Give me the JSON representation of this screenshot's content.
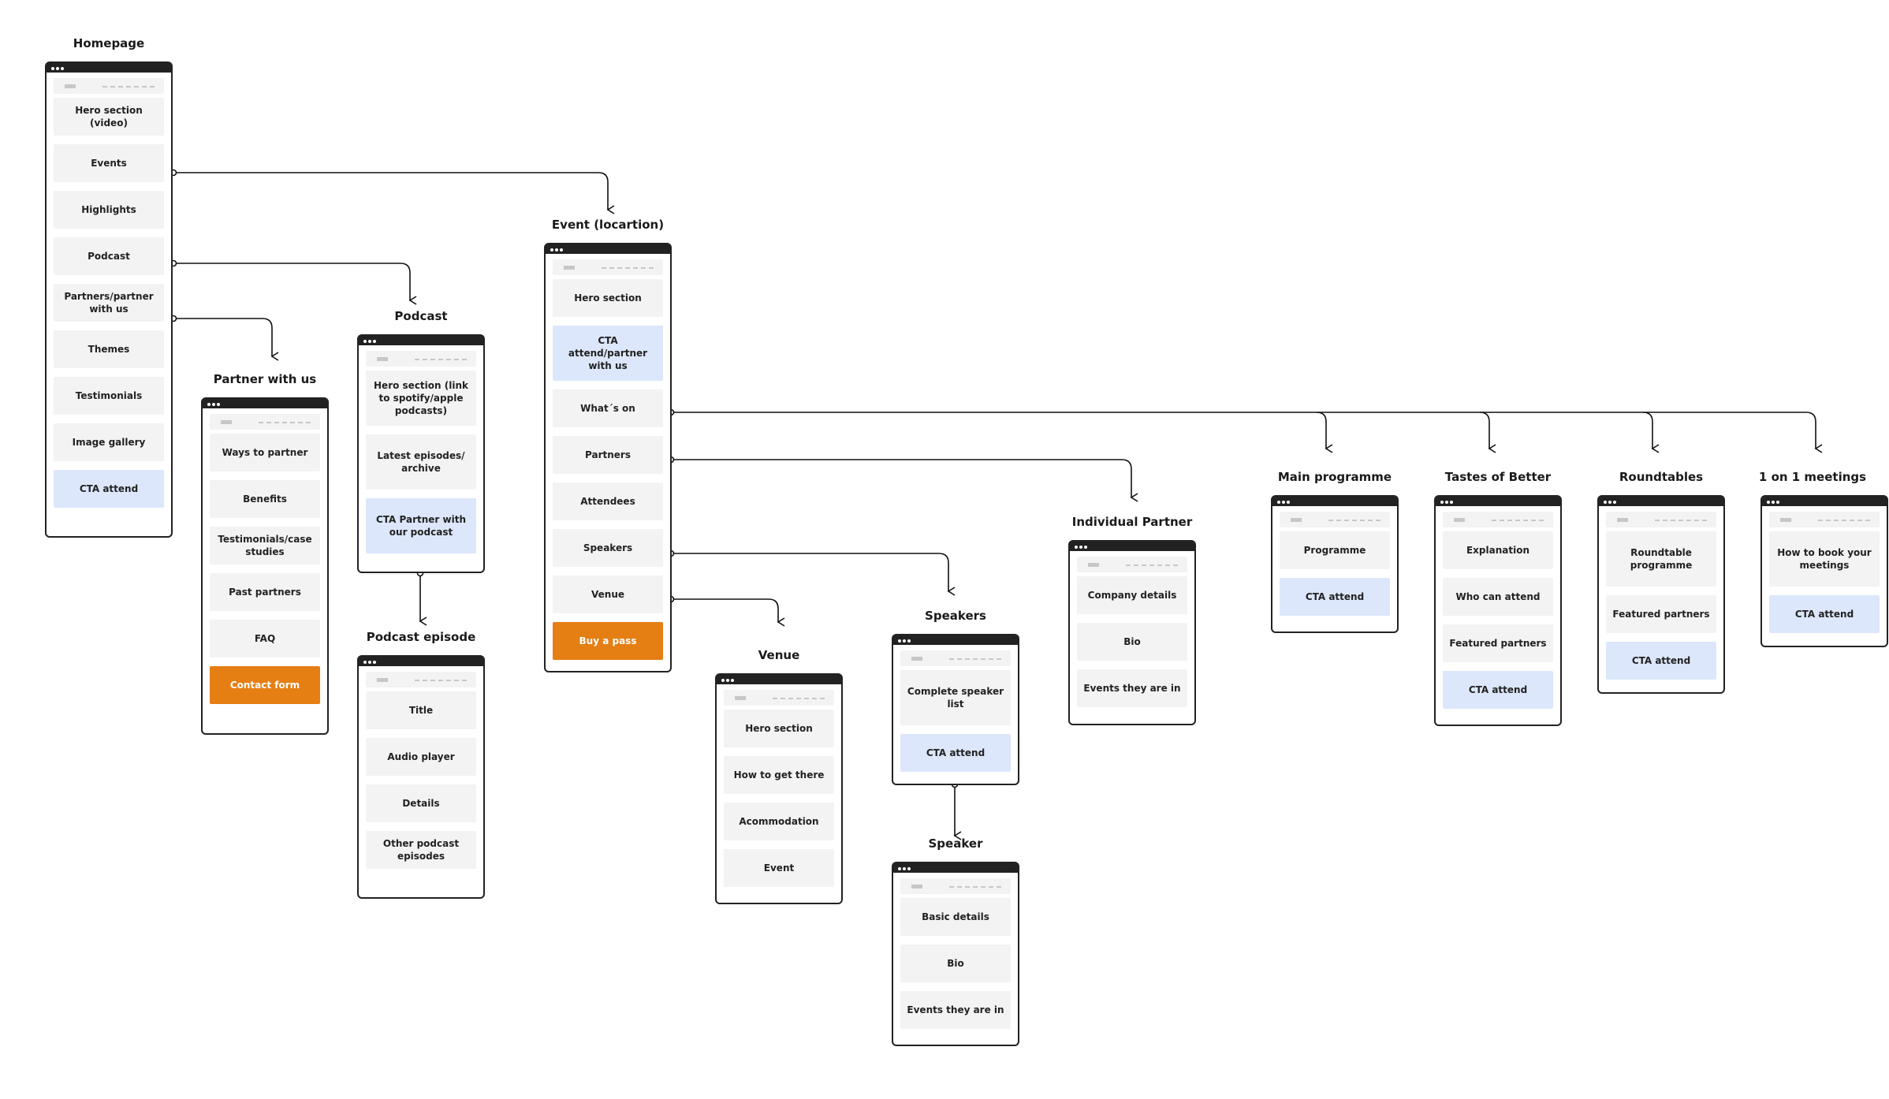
{
  "colors": {
    "block": "#f3f3f3",
    "cta": "#dce7fb",
    "accent": "#e57e13",
    "frame": "#222222",
    "connector": "#111111"
  },
  "pages": {
    "homepage": {
      "title": "Homepage",
      "blocks": [
        "Hero section (video)",
        "Events",
        "Highlights",
        "Podcast",
        "Partners/partner with us",
        "Themes",
        "Testimonials",
        "Image gallery",
        "CTA attend"
      ]
    },
    "partner_with_us": {
      "title": "Partner with us",
      "blocks": [
        "Ways to partner",
        "Benefits",
        "Testimonials/case studies",
        "Past partners",
        "FAQ",
        "Contact form"
      ]
    },
    "podcast": {
      "title": "Podcast",
      "blocks": [
        "Hero section (link to spotify/apple podcasts)",
        "Latest episodes/ archive",
        "CTA Partner with our podcast"
      ]
    },
    "podcast_episode": {
      "title": "Podcast episode",
      "blocks": [
        "Title",
        "Audio player",
        "Details",
        "Other podcast episodes"
      ]
    },
    "event": {
      "title": "Event (locartion)",
      "blocks": [
        "Hero section",
        "CTA attend/partner with us",
        "What´s on",
        "Partners",
        "Attendees",
        "Speakers",
        "Venue",
        "Buy a pass"
      ]
    },
    "venue": {
      "title": "Venue",
      "blocks": [
        "Hero section",
        "How to get there",
        "Acommodation",
        "Event"
      ]
    },
    "speakers": {
      "title": "Speakers",
      "blocks": [
        "Complete speaker list",
        "CTA attend"
      ]
    },
    "speaker": {
      "title": "Speaker",
      "blocks": [
        "Basic details",
        "Bio",
        "Events they are in"
      ]
    },
    "individual_partner": {
      "title": "Individual Partner",
      "blocks": [
        "Company details",
        "Bio",
        "Events they are in"
      ]
    },
    "main_programme": {
      "title": "Main programme",
      "blocks": [
        "Programme",
        "CTA attend"
      ]
    },
    "tastes_of_better": {
      "title": "Tastes of Better",
      "blocks": [
        "Explanation",
        "Who can attend",
        "Featured partners",
        "CTA attend"
      ]
    },
    "roundtables": {
      "title": "Roundtables",
      "blocks": [
        "Roundtable programme",
        "Featured partners",
        "CTA attend"
      ]
    },
    "one_on_one": {
      "title": "1 on 1 meetings",
      "blocks": [
        "How to book your meetings",
        "CTA attend"
      ]
    }
  }
}
